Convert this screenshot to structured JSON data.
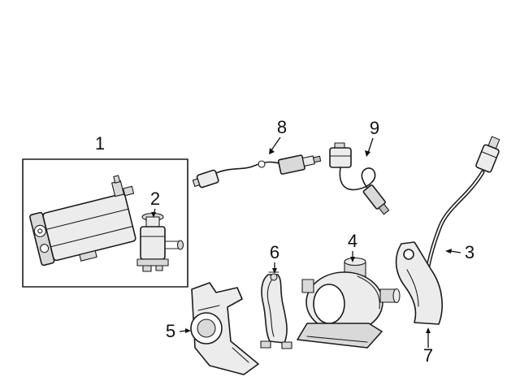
{
  "page": {
    "background_color": "#ffffff",
    "line_color": "#1c1c1c"
  },
  "diagram": {
    "type": "exploded-parts-line-drawing",
    "callouts": [
      {
        "label": "1"
      },
      {
        "label": "2"
      },
      {
        "label": "3"
      },
      {
        "label": "4"
      },
      {
        "label": "5"
      },
      {
        "label": "6"
      },
      {
        "label": "7"
      },
      {
        "label": "8"
      },
      {
        "label": "9"
      }
    ]
  }
}
